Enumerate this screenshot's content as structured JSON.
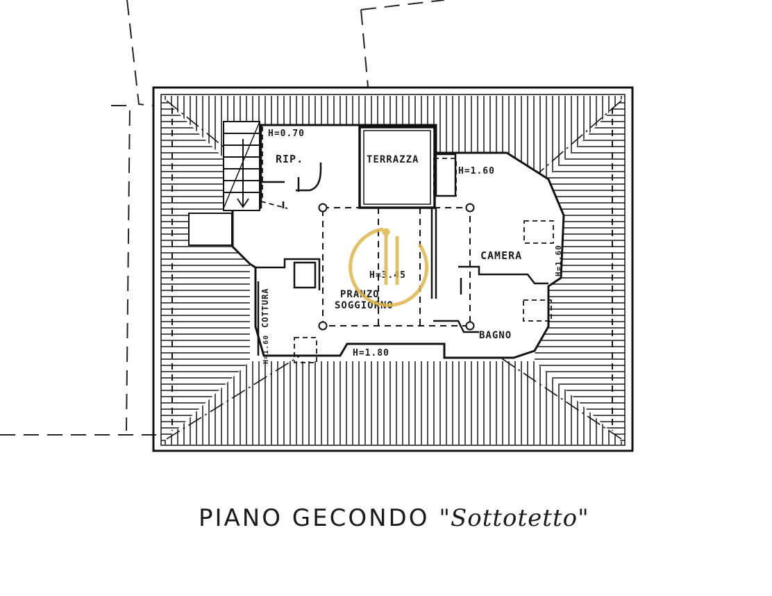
{
  "plan": {
    "rooms": {
      "rip": "RIP.",
      "terrazza": "TERRAZZA",
      "camera": "CAMERA",
      "pranzo": "PRANZO",
      "soggiorno": "SOGGIORNO",
      "bagno": "BAGNO",
      "cottura": "COTTURA"
    },
    "heights": {
      "rip": "H=0.70",
      "terrazza": "H=1.60",
      "center": "H=3.45",
      "bottom": "H=1.80",
      "camera": "H=1.60",
      "cottura": "H=1.60"
    },
    "watermark_color": "#e0b64a"
  },
  "caption": {
    "main": "PIANO GECONDO",
    "sub": "\"Sottotetto\""
  }
}
